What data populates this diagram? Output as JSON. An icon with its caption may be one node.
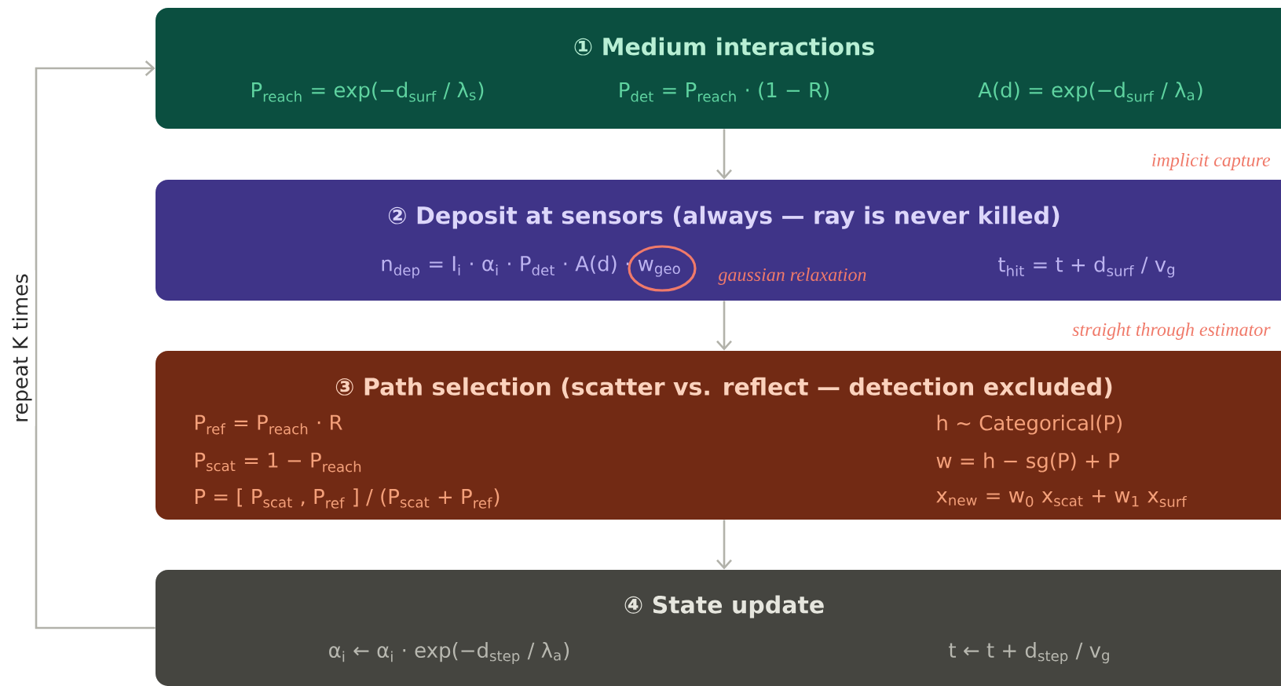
{
  "diagram": {
    "nodes": [
      {
        "text": [
          "① Medium interactions",
          "P$_{reach}$ = exp(−d$_{surf}$ / λ$_{s}$)",
          "P$_{det}$ = P$_{reach}$ · (1 − R)",
          "A(d) = exp(−d$_{surf}$ / λ$_{a}$)"
        ]
      },
      {
        "text": [
          "② Deposit at sensors (always — ray is never killed)",
          "n$_{dep}$ = I$_{i}$ · α$_{i}$ · P$_{det}$ · A(d) · w$_{geo}$",
          "t$_{hit}$ = t + d$_{surf}$ / v$_{g}$"
        ]
      },
      {
        "text": [
          "③ Path selection (scatter vs. reflect — detection excluded)",
          "P$_{ref}$ = P$_{reach}$ · R",
          "P$_{scat}$ = 1 − P$_{reach}$",
          "P = [ P$_{scat}$ , P$_{ref}$ ] / (P$_{scat}$ + P$_{ref}$)",
          "h ~ Categorical(P)",
          "w = h − sg(P) + P",
          "x$_{new}$ = w$_{0}$ x$_{scat}$ + w$_{1}$ x$_{surf}$"
        ]
      },
      {
        "text": [
          "④ State update",
          "α$_{i}$ ← α$_{i}$ · exp(−d$_{step}$ / λ$_{a}$)",
          "t ← t + d$_{step}$ / v$_{g}$"
        ]
      }
    ],
    "edges": [
      {
        "from": 0,
        "to": 1,
        "arrow": "to"
      },
      {
        "from": 1,
        "to": 2,
        "arrow": "to"
      },
      {
        "from": 2,
        "to": 3,
        "arrow": "to"
      },
      {
        "from": 3,
        "to": 0,
        "arrow": "to",
        "label": "repeat K times"
      }
    ],
    "labels": [
      "implicit capture",
      "gaussian relaxation",
      "straight through estimator"
    ]
  }
}
